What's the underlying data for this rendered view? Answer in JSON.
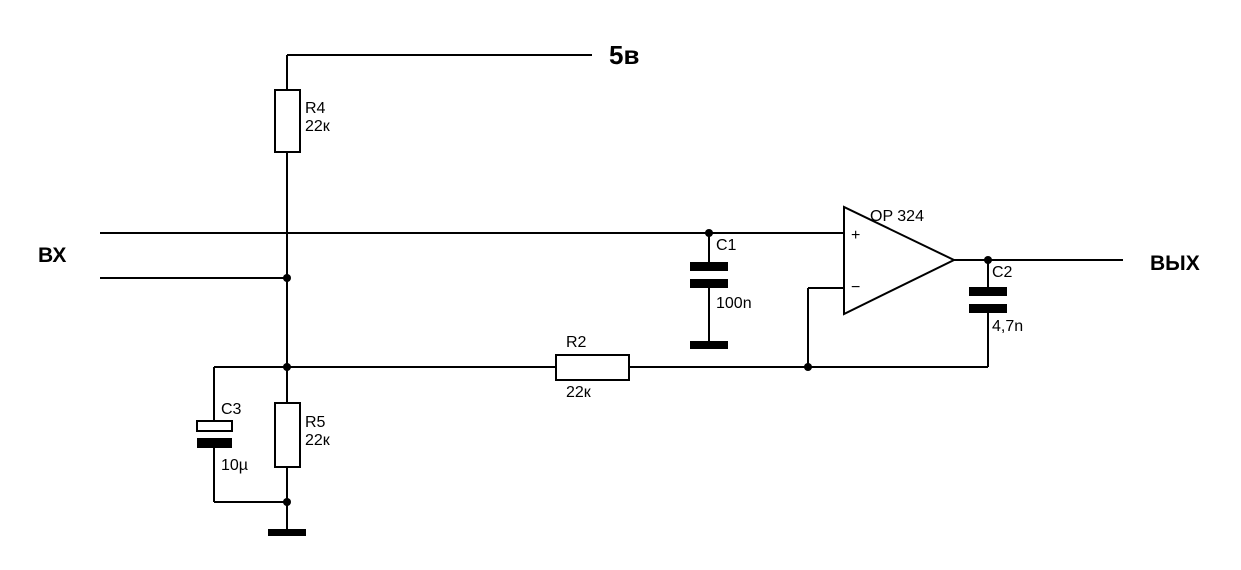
{
  "power": {
    "label": "5в"
  },
  "io": {
    "input": "ВХ",
    "output": "ВЫХ"
  },
  "opamp": {
    "name": "OP 324",
    "plus": "+",
    "minus": "−"
  },
  "components": {
    "R4": {
      "ref": "R4",
      "value": "22к"
    },
    "R5": {
      "ref": "R5",
      "value": "22к"
    },
    "R2": {
      "ref": "R2",
      "value": "22к"
    },
    "C1": {
      "ref": "C1",
      "value": "100n"
    },
    "C2": {
      "ref": "C2",
      "value": "4,7n"
    },
    "C3": {
      "ref": "C3",
      "value": "10µ"
    }
  }
}
